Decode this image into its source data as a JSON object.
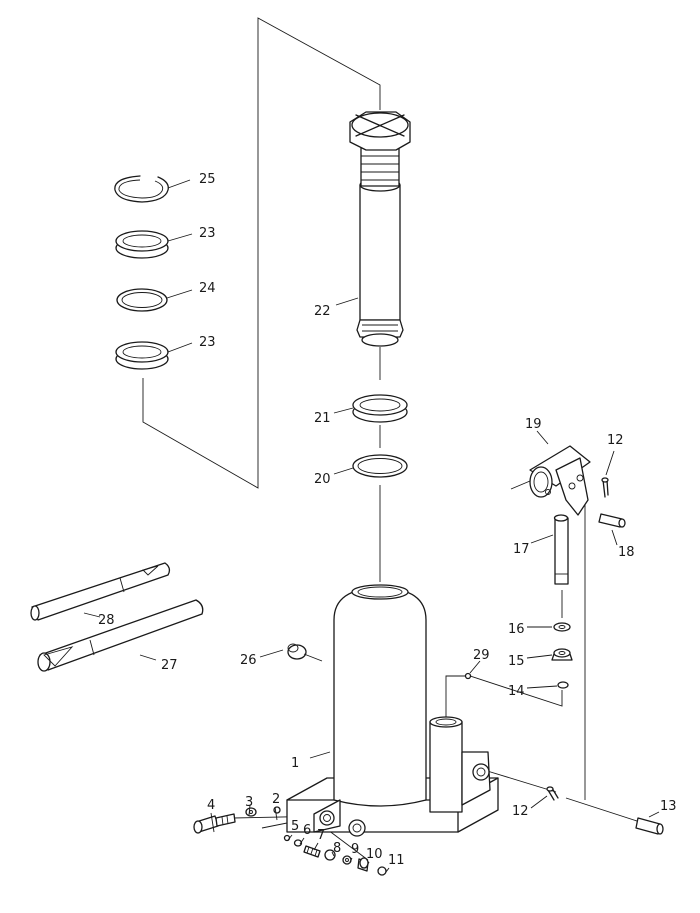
{
  "labels": {
    "p1": "1",
    "p2": "2",
    "p3": "3",
    "p4": "4",
    "p5": "5",
    "p6": "6",
    "p7": "7",
    "p8": "8",
    "p9": "9",
    "p10": "10",
    "p11": "11",
    "p12a": "12",
    "p12b": "12",
    "p13": "13",
    "p14": "14",
    "p15": "15",
    "p16": "16",
    "p17": "17",
    "p18": "18",
    "p19": "19",
    "p20": "20",
    "p21": "21",
    "p22": "22",
    "p23a": "23",
    "p23b": "23",
    "p24": "24",
    "p25": "25",
    "p26": "26",
    "p27": "27",
    "p28": "28",
    "p29": "29"
  }
}
